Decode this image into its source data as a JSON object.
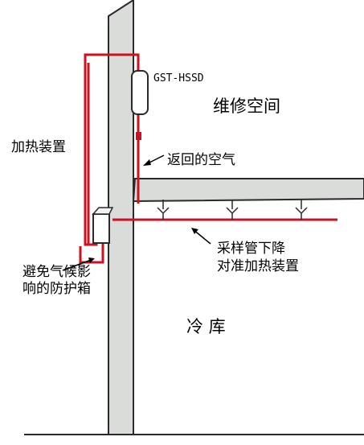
{
  "labels": {
    "device": "GST-HSSD",
    "maintenance_space": "维修空间",
    "heating_device": "加热装置",
    "return_air": "返回的空气",
    "sampling_line1": "采样管下降",
    "sampling_line2": "对准加热装置",
    "enclosure_line1": "避免气候影",
    "enclosure_line2": "响的防护箱",
    "cold_storage": "冷 库"
  },
  "colors": {
    "pipe": "#cc1122",
    "structure_fill": "#d9dcd9",
    "structure_stroke": "#2a2a2a",
    "device_fill": "#ffffff"
  }
}
